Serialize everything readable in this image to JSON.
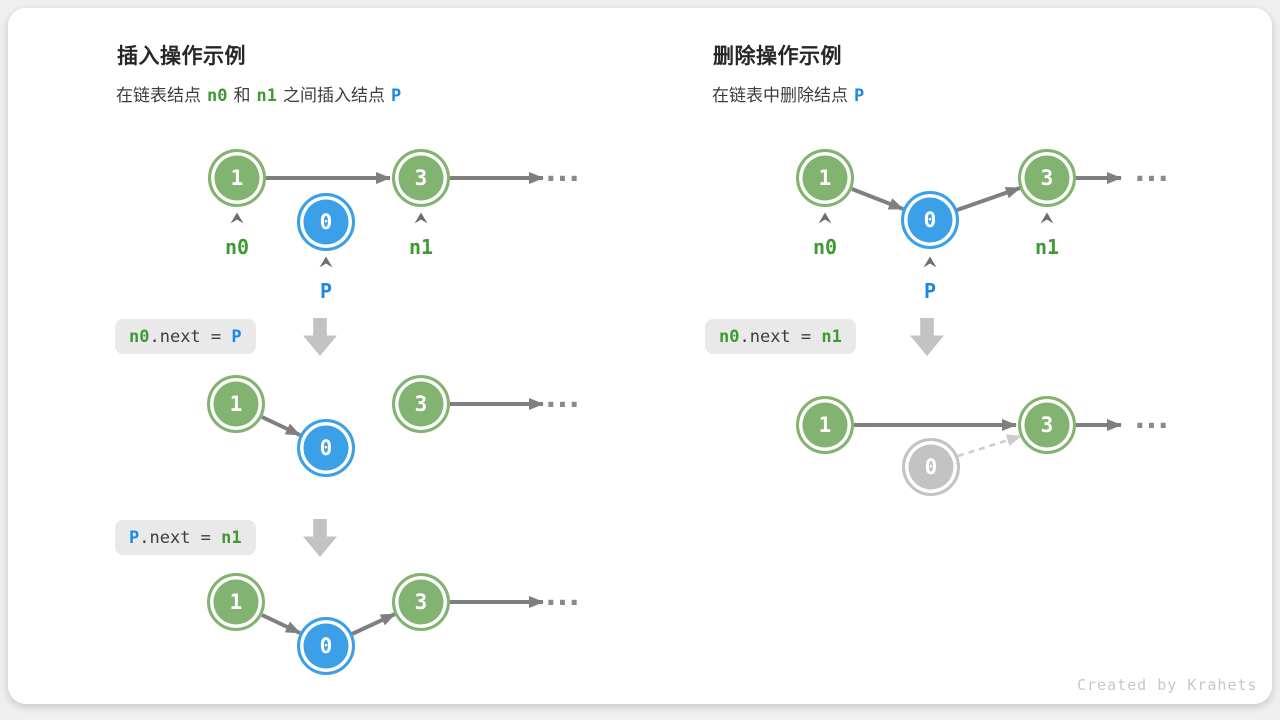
{
  "colors": {
    "node_green": "#83b370",
    "node_blue": "#3ba0e8",
    "node_gray_deleted": "#c3c3c3",
    "arrow_gray": "#7f7f7f",
    "dashed_arrow_gray": "#cccccc",
    "text_green": "#3e9b34",
    "text_blue": "#1b87e6",
    "code_box_bg": "#e9e9e9"
  },
  "panels": {
    "insert": {
      "title": "插入操作示例",
      "subtitle": [
        {
          "text": "在链表结点"
        },
        {
          "text": "n0"
        },
        {
          "text": "和"
        },
        {
          "text": "n1"
        },
        {
          "text": "之间插入结点"
        },
        {
          "text": "P"
        }
      ],
      "diagram1": {
        "node_n0": "1",
        "node_p": "0",
        "node_n1": "3",
        "label_n0": "n0",
        "label_p": "P",
        "label_n1": "n1",
        "ellipsis": "..."
      },
      "code1": {
        "lhs": "n0",
        "mid": ".next = ",
        "rhs": "P"
      },
      "diagram2": {
        "node_n0": "1",
        "node_p": "0",
        "node_n1": "3",
        "ellipsis": "..."
      },
      "code2": {
        "lhs": "P",
        "mid": ".next = ",
        "rhs": "n1"
      },
      "diagram3": {
        "node_n0": "1",
        "node_p": "0",
        "node_n1": "3",
        "ellipsis": "..."
      }
    },
    "delete": {
      "title": "删除操作示例",
      "subtitle": [
        {
          "text": "在链表中删除结点"
        },
        {
          "text": "P"
        }
      ],
      "diagram1": {
        "node_n0": "1",
        "node_p": "0",
        "node_n1": "3",
        "label_n0": "n0",
        "label_p": "P",
        "label_n1": "n1",
        "ellipsis": "..."
      },
      "code1": {
        "lhs": "n0",
        "mid": ".next = ",
        "rhs": "n1"
      },
      "diagram2": {
        "node_n0": "1",
        "node_p": "0",
        "node_n1": "3",
        "ellipsis": "..."
      }
    }
  },
  "footer": {
    "credit": "Created by Krahets"
  }
}
